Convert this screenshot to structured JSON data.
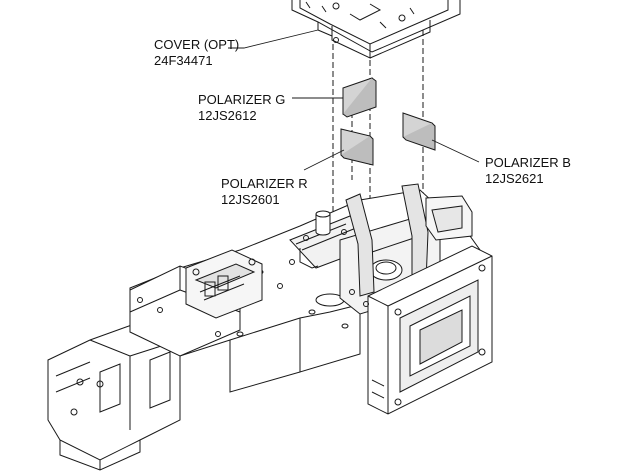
{
  "parts": {
    "cover": {
      "name": "COVER (OPT)",
      "code": "24F34471"
    },
    "polarizer_g": {
      "name": "POLARIZER G",
      "code": "12JS2612"
    },
    "polarizer_r": {
      "name": "POLARIZER R",
      "code": "12JS2601"
    },
    "polarizer_b": {
      "name": "POLARIZER B",
      "code": "12JS2621"
    }
  },
  "colors": {
    "line": "#1a1a1a",
    "shade": "#d9d9d9",
    "panel": "#eeeeee",
    "polarizer": "#d4d4d4"
  }
}
